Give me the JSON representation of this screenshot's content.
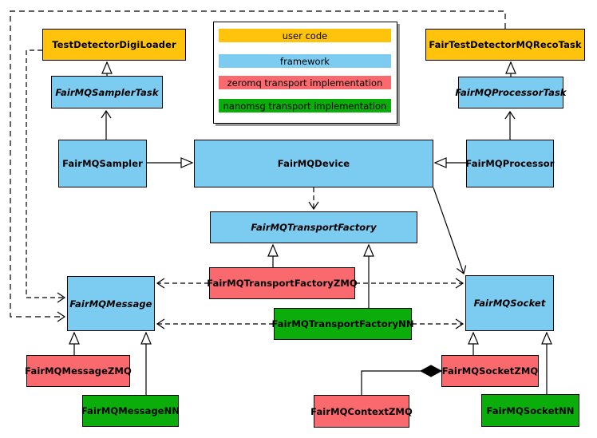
{
  "diagram_title": "FairMQ class diagram",
  "colors": {
    "user_code": "#FFC30B",
    "framework": "#7CCBF0",
    "zeromq_transport": "#F9696D",
    "nanomsg_transport": "#0AAD0A",
    "line": "#000000",
    "background": "#FFFFFF"
  },
  "legend": {
    "items": [
      {
        "label": "user code",
        "color": "#FFC30B"
      },
      {
        "label": "framework",
        "color": "#7CCBF0"
      },
      {
        "label": "zeromq transport implementation",
        "color": "#F9696D"
      },
      {
        "label": "nanomsg transport implementation",
        "color": "#0AAD0A"
      }
    ]
  },
  "nodes": {
    "digiloader": {
      "label": "TestDetectorDigiLoader",
      "category": "user code",
      "abstract": false
    },
    "recotask": {
      "label": "FairTestDetectorMQRecoTask",
      "category": "user code",
      "abstract": false
    },
    "samplertask": {
      "label": "FairMQSamplerTask",
      "category": "framework",
      "abstract": true
    },
    "processortask": {
      "label": "FairMQProcessorTask",
      "category": "framework",
      "abstract": true
    },
    "sampler": {
      "label": "FairMQSampler",
      "category": "framework",
      "abstract": false
    },
    "device": {
      "label": "FairMQDevice",
      "category": "framework",
      "abstract": false
    },
    "processor": {
      "label": "FairMQProcessor",
      "category": "framework",
      "abstract": false
    },
    "factory": {
      "label": "FairMQTransportFactory",
      "category": "framework",
      "abstract": true
    },
    "tfzmq": {
      "label": "FairMQTransportFactoryZMQ",
      "category": "zeromq",
      "abstract": false
    },
    "tfnn": {
      "label": "FairMQTransportFactoryNN",
      "category": "nanomsg",
      "abstract": false
    },
    "message": {
      "label": "FairMQMessage",
      "category": "framework",
      "abstract": true
    },
    "socket": {
      "label": "FairMQSocket",
      "category": "framework",
      "abstract": true
    },
    "msgzmq": {
      "label": "FairMQMessageZMQ",
      "category": "zeromq",
      "abstract": false
    },
    "msgnn": {
      "label": "FairMQMessageNN",
      "category": "nanomsg",
      "abstract": false
    },
    "sockzmq": {
      "label": "FairMQSocketZMQ",
      "category": "zeromq",
      "abstract": false
    },
    "socknn": {
      "label": "FairMQSocketNN",
      "category": "nanomsg",
      "abstract": false
    },
    "ctxzmq": {
      "label": "FairMQContextZMQ",
      "category": "zeromq",
      "abstract": false
    }
  },
  "edges": [
    {
      "from": "FairMQSamplerTask",
      "to": "TestDetectorDigiLoader",
      "type": "inheritance",
      "style": "solid"
    },
    {
      "from": "FairMQProcessorTask",
      "to": "FairTestDetectorMQRecoTask",
      "type": "inheritance",
      "style": "solid"
    },
    {
      "from": "FairMQSampler",
      "to": "FairMQSamplerTask",
      "type": "association",
      "style": "solid"
    },
    {
      "from": "FairMQProcessor",
      "to": "FairMQProcessorTask",
      "type": "association",
      "style": "solid"
    },
    {
      "from": "FairMQSampler",
      "to": "FairMQDevice",
      "type": "inheritance",
      "style": "solid"
    },
    {
      "from": "FairMQProcessor",
      "to": "FairMQDevice",
      "type": "inheritance",
      "style": "solid"
    },
    {
      "from": "FairMQDevice",
      "to": "FairMQTransportFactory",
      "type": "dependency",
      "style": "dashed"
    },
    {
      "from": "FairMQDevice",
      "to": "FairMQSocket",
      "type": "association",
      "style": "solid"
    },
    {
      "from": "TestDetectorDigiLoader",
      "to": "FairMQMessage",
      "type": "dependency",
      "style": "dashed"
    },
    {
      "from": "FairTestDetectorMQRecoTask",
      "to": "FairMQMessage",
      "type": "dependency",
      "style": "dashed"
    },
    {
      "from": "FairMQTransportFactoryZMQ",
      "to": "FairMQTransportFactory",
      "type": "inheritance",
      "style": "solid"
    },
    {
      "from": "FairMQTransportFactoryNN",
      "to": "FairMQTransportFactory",
      "type": "inheritance",
      "style": "solid"
    },
    {
      "from": "FairMQTransportFactoryZMQ",
      "to": "FairMQMessage",
      "type": "dependency",
      "style": "dashed"
    },
    {
      "from": "FairMQTransportFactoryZMQ",
      "to": "FairMQSocket",
      "type": "dependency",
      "style": "dashed"
    },
    {
      "from": "FairMQTransportFactoryNN",
      "to": "FairMQMessage",
      "type": "dependency",
      "style": "dashed"
    },
    {
      "from": "FairMQTransportFactoryNN",
      "to": "FairMQSocket",
      "type": "dependency",
      "style": "dashed"
    },
    {
      "from": "FairMQMessageZMQ",
      "to": "FairMQMessage",
      "type": "inheritance",
      "style": "solid"
    },
    {
      "from": "FairMQMessageNN",
      "to": "FairMQMessage",
      "type": "inheritance",
      "style": "solid"
    },
    {
      "from": "FairMQSocketZMQ",
      "to": "FairMQSocket",
      "type": "inheritance",
      "style": "solid"
    },
    {
      "from": "FairMQSocketNN",
      "to": "FairMQSocket",
      "type": "inheritance",
      "style": "solid"
    },
    {
      "from": "FairMQContextZMQ",
      "to": "FairMQSocketZMQ",
      "type": "composition",
      "style": "solid"
    }
  ]
}
